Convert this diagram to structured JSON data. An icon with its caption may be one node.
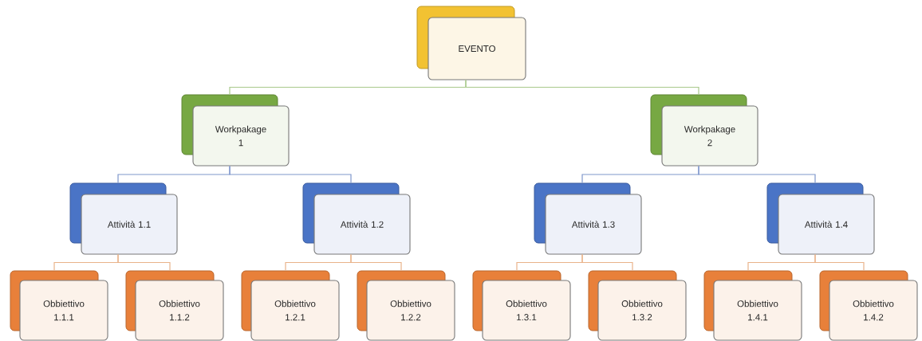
{
  "diagram": {
    "nodes": [
      {
        "text": [
          "EVENTO"
        ]
      },
      {
        "text": [
          "Workpakage 1"
        ]
      },
      {
        "text": [
          "Workpakage 2"
        ]
      },
      {
        "text": [
          "Attività 1.1"
        ]
      },
      {
        "text": [
          "Attività 1.2"
        ]
      },
      {
        "text": [
          "Attività 1.3"
        ]
      },
      {
        "text": [
          "Attività 1.4"
        ]
      },
      {
        "text": [
          "Obbiettivo 1.1.1"
        ]
      },
      {
        "text": [
          "Obbiettivo 1.1.2"
        ]
      },
      {
        "text": [
          "Obbiettivo 1.2.1"
        ]
      },
      {
        "text": [
          "Obbiettivo 1.2.2"
        ]
      },
      {
        "text": [
          "Obbiettivo 1.3.1"
        ]
      },
      {
        "text": [
          "Obbiettivo 1.3.2"
        ]
      },
      {
        "text": [
          "Obbiettivo 1.4.1"
        ]
      },
      {
        "text": [
          "Obbiettivo 1.4.2"
        ]
      }
    ],
    "edges": [
      {
        "from": 0,
        "to": 1,
        "arrow": "none",
        "color": "#a9c98b"
      },
      {
        "from": 0,
        "to": 2,
        "arrow": "none",
        "color": "#a9c98b"
      },
      {
        "from": 1,
        "to": 3,
        "arrow": "none",
        "color": "#7f97cc"
      },
      {
        "from": 1,
        "to": 4,
        "arrow": "none",
        "color": "#7f97cc"
      },
      {
        "from": 2,
        "to": 5,
        "arrow": "none",
        "color": "#7f97cc"
      },
      {
        "from": 2,
        "to": 6,
        "arrow": "none",
        "color": "#7f97cc"
      },
      {
        "from": 3,
        "to": 7,
        "arrow": "none"
      },
      {
        "from": 3,
        "to": 8,
        "arrow": "none"
      },
      {
        "from": 4,
        "to": 9,
        "arrow": "none"
      },
      {
        "from": 4,
        "to": 10,
        "arrow": "none"
      },
      {
        "from": 5,
        "to": 11,
        "arrow": "none"
      },
      {
        "from": 5,
        "to": 12,
        "arrow": "none"
      },
      {
        "from": 6,
        "to": 13,
        "arrow": "none"
      },
      {
        "from": 6,
        "to": 14,
        "arrow": "none"
      }
    ]
  }
}
